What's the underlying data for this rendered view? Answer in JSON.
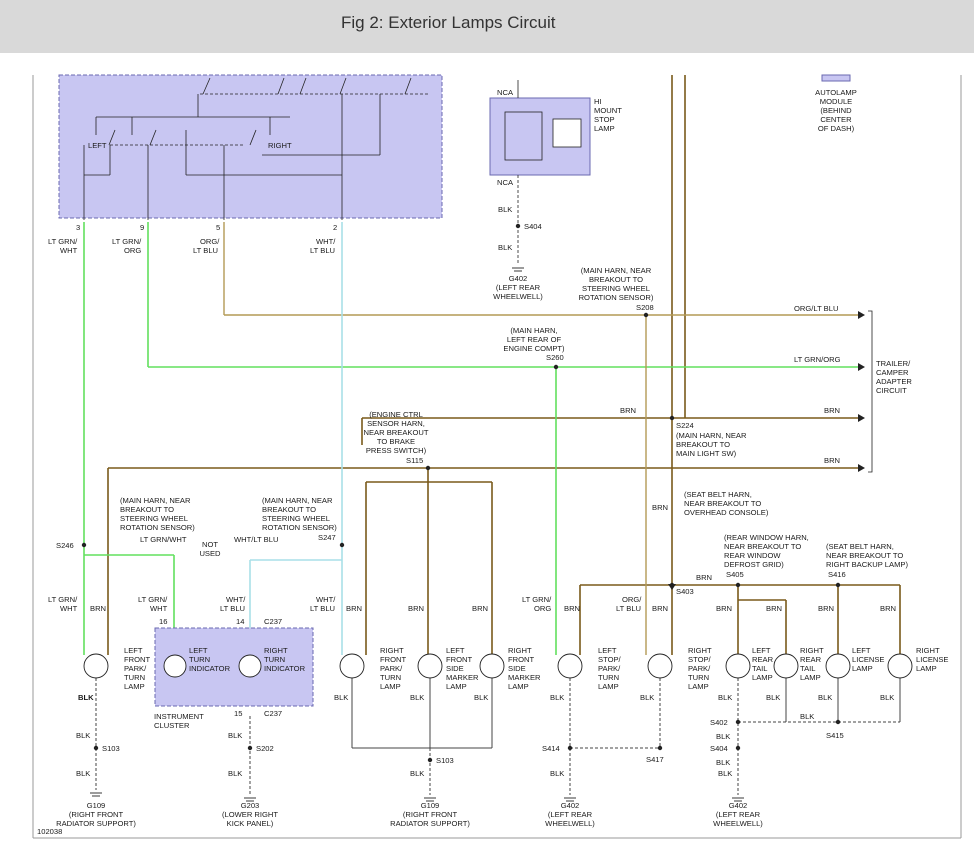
{
  "title": "Fig 2: Exterior Lamps Circuit",
  "figure_id": "102038",
  "colors": {
    "brn": "#7a5a1a",
    "green": "#62e05e",
    "orgblu": "#b49a55",
    "whtblu": "#a8dfe8",
    "ltgrnorg": "#5fd85c",
    "panel": "#c8c6f2",
    "panel_border": "#6a68b0",
    "blk": "#444444"
  },
  "labels": {
    "switch_left": "LEFT",
    "switch_right": "RIGHT",
    "pin3": "3",
    "pin9": "9",
    "pin5": "5",
    "pin2": "2",
    "w_ltgrnwht_1": "LT GRN/",
    "w_ltgrnwht_2": "WHT",
    "w_ltgrnorg_1": "LT GRN/",
    "w_ltgrnorg_2": "ORG",
    "w_orgltblu_1": "ORG/",
    "w_orgltblu_2": "LT BLU",
    "w_whtltblu_1": "WHT/",
    "w_whtltblu_2": "LT BLU",
    "hi_nca_top": "NCA",
    "hi_nca_bot": "NCA",
    "hi_lbl_1": "HI",
    "hi_lbl_2": "MOUNT",
    "hi_lbl_3": "STOP",
    "hi_lbl_4": "LAMP",
    "hi_blk_1": "BLK",
    "hi_s404": "S404",
    "hi_blk_2": "BLK",
    "g402_top_1": "G402",
    "g402_top_2": "(LEFT REAR",
    "g402_top_3": "WHEELWELL)",
    "auto_1": "AUTOLAMP",
    "auto_2": "MODULE",
    "auto_3": "(BEHIND",
    "auto_4": "CENTER",
    "auto_5": "OF DASH)",
    "s208_1": "(MAIN HARN, NEAR",
    "s208_2": "BREAKOUT TO",
    "s208_3": "STEERING WHEEL",
    "s208_4": "ROTATION SENSOR)",
    "s208": "S208",
    "out_orgltblu": "ORG/LT BLU",
    "s260_1": "(MAIN HARN,",
    "s260_2": "LEFT REAR OF",
    "s260_3": "ENGINE COMPT)",
    "s260": "S260",
    "out_ltgrnorg": "LT GRN/ORG",
    "trailer_1": "TRAILER/",
    "trailer_2": "CAMPER",
    "trailer_3": "ADAPTER",
    "trailer_4": "CIRCUIT",
    "brn_mid": "BRN",
    "brn_out1": "BRN",
    "brn_out2": "BRN",
    "brn_vert": "BRN",
    "s224": "S224",
    "s224_1": "(MAIN HARN, NEAR",
    "s224_2": "BREAKOUT TO",
    "s224_3": "MAIN LIGHT SW)",
    "s115_1": "(ENGINE CTRL",
    "s115_2": "SENSOR HARN,",
    "s115_3": "NEAR BREAKOUT",
    "s115_4": "TO BRAKE",
    "s115_5": "PRESS SWITCH)",
    "s115": "S115",
    "s246_1": "(MAIN HARN, NEAR",
    "s246_2": "BREAKOUT TO",
    "s246_3": "STEERING WHEEL",
    "s246_4": "ROTATION SENSOR)",
    "s246": "S246",
    "s247_1": "(MAIN HARN, NEAR",
    "s247_2": "BREAKOUT TO",
    "s247_3": "STEERING WHEEL",
    "s247_4": "ROTATION SENSOR)",
    "s247": "S247",
    "nu_ltgrnwht": "LT GRN/WHT",
    "nu_1": "NOT",
    "nu_2": "USED",
    "nu_whtltblu": "WHT/LT BLU",
    "s403_1": "(SEAT BELT HARN,",
    "s403_2": "NEAR BREAKOUT TO",
    "s403_3": "OVERHEAD CONSOLE)",
    "s403": "S403",
    "s405_1": "(REAR WINDOW HARN,",
    "s405_2": "NEAR BREAKOUT TO",
    "s405_3": "REAR WINDOW",
    "s405_4": "DEFROST GRID)",
    "s405": "S405",
    "s416_1": "(SEAT BELT HARN,",
    "s416_2": "NEAR BREAKOUT TO",
    "s416_3": "RIGHT BACKUP LAMP)",
    "s416": "S416",
    "bl_ltgrnwht_1": "LT GRN/",
    "bl_ltgrnwht_2": "WHT",
    "bl_brn_a": "BRN",
    "ic_ltgrnwht_1": "LT GRN/",
    "ic_ltgrnwht_2": "WHT",
    "ic_whtltblu_1": "WHT/",
    "ic_whtltblu_2": "LT BLU",
    "rf_whtltblu_1": "WHT/",
    "rf_whtltblu_2": "LT BLU",
    "brn_rf": "BRN",
    "brn_lsm": "BRN",
    "brn_rsm": "BRN",
    "ls_ltgrnorg_1": "LT GRN/",
    "ls_ltgrnorg_2": "ORG",
    "brn_ls": "BRN",
    "rs_orgltblu_1": "ORG/",
    "rs_orgltblu_2": "LT BLU",
    "brn_rs": "BRN",
    "brn_403": "BRN",
    "brn_lrt": "BRN",
    "brn_rrt": "BRN",
    "brn_llic": "BRN",
    "brn_rlic": "BRN",
    "pin16": "16",
    "pin14": "14",
    "c237_top": "C237",
    "pin15": "15",
    "c237_bot": "C237",
    "lamp_lf_1": "LEFT",
    "lamp_lf_2": "FRONT",
    "lamp_lf_3": "PARK/",
    "lamp_lf_4": "TURN",
    "lamp_lf_5": "LAMP",
    "lti_1": "LEFT",
    "lti_2": "TURN",
    "lti_3": "INDICATOR",
    "rti_1": "RIGHT",
    "rti_2": "TURN",
    "rti_3": "INDICATOR",
    "ic_1": "INSTRUMENT",
    "ic_2": "CLUSTER",
    "lamp_rf_1": "RIGHT",
    "lamp_rf_2": "FRONT",
    "lamp_rf_3": "PARK/",
    "lamp_rf_4": "TURN",
    "lamp_rf_5": "LAMP",
    "lamp_lsm_1": "LEFT",
    "lamp_lsm_2": "FRONT",
    "lamp_lsm_3": "SIDE",
    "lamp_lsm_4": "MARKER",
    "lamp_lsm_5": "LAMP",
    "lamp_rsm_1": "RIGHT",
    "lamp_rsm_2": "FRONT",
    "lamp_rsm_3": "SIDE",
    "lamp_rsm_4": "MARKER",
    "lamp_rsm_5": "LAMP",
    "lamp_ls_1": "LEFT",
    "lamp_ls_2": "STOP/",
    "lamp_ls_3": "PARK/",
    "lamp_ls_4": "TURN",
    "lamp_ls_5": "LAMP",
    "lamp_rs_1": "RIGHT",
    "lamp_rs_2": "STOP/",
    "lamp_rs_3": "PARK/",
    "lamp_rs_4": "TURN",
    "lamp_rs_5": "LAMP",
    "lamp_lrt_1": "LEFT",
    "lamp_lrt_2": "REAR",
    "lamp_lrt_3": "TAIL",
    "lamp_lrt_4": "LAMP",
    "lamp_rrt_1": "RIGHT",
    "lamp_rrt_2": "REAR",
    "lamp_rrt_3": "TAIL",
    "lamp_rrt_4": "LAMP",
    "lamp_llic_1": "LEFT",
    "lamp_llic_2": "LICENSE",
    "lamp_llic_3": "LAMP",
    "lamp_rlic_1": "RIGHT",
    "lamp_rlic_2": "LICENSE",
    "lamp_rlic_3": "LAMP",
    "blk_lf": "BLK",
    "blk_rf": "BLK",
    "blk_lsm": "BLK",
    "blk_rsm": "BLK",
    "blk_ls": "BLK",
    "blk_rs": "BLK",
    "blk_lrt": "BLK",
    "blk_rrt": "BLK",
    "blk_llic": "BLK",
    "blk_rlic": "BLK",
    "blk_g203_a": "BLK",
    "s202": "S202",
    "blk_g203_b": "BLK",
    "blk_g109a_a": "BLK",
    "s103_a": "S103",
    "blk_g109a_b": "BLK",
    "s103_b": "S103",
    "blk_g109b": "BLK",
    "s414": "S414",
    "s417": "S417",
    "blk_g402a": "BLK",
    "s402": "S402",
    "blk_402a": "BLK",
    "blk_402b": "BLK",
    "s404": "S404",
    "blk_g402b": "BLK",
    "blk_415": "BLK",
    "s415": "S415",
    "g109a_1": "G109",
    "g109a_2": "(RIGHT FRONT",
    "g109a_3": "RADIATOR SUPPORT)",
    "g203_1": "G203",
    "g203_2": "(LOWER RIGHT",
    "g203_3": "KICK PANEL)",
    "g109b_1": "G109",
    "g109b_2": "(RIGHT FRONT",
    "g109b_3": "RADIATOR SUPPORT)",
    "g402a_1": "G402",
    "g402a_2": "(LEFT REAR",
    "g402a_3": "WHEELWELL)",
    "g402b_1": "G402",
    "g402b_2": "(LEFT REAR",
    "g402b_3": "WHEELWELL)"
  }
}
